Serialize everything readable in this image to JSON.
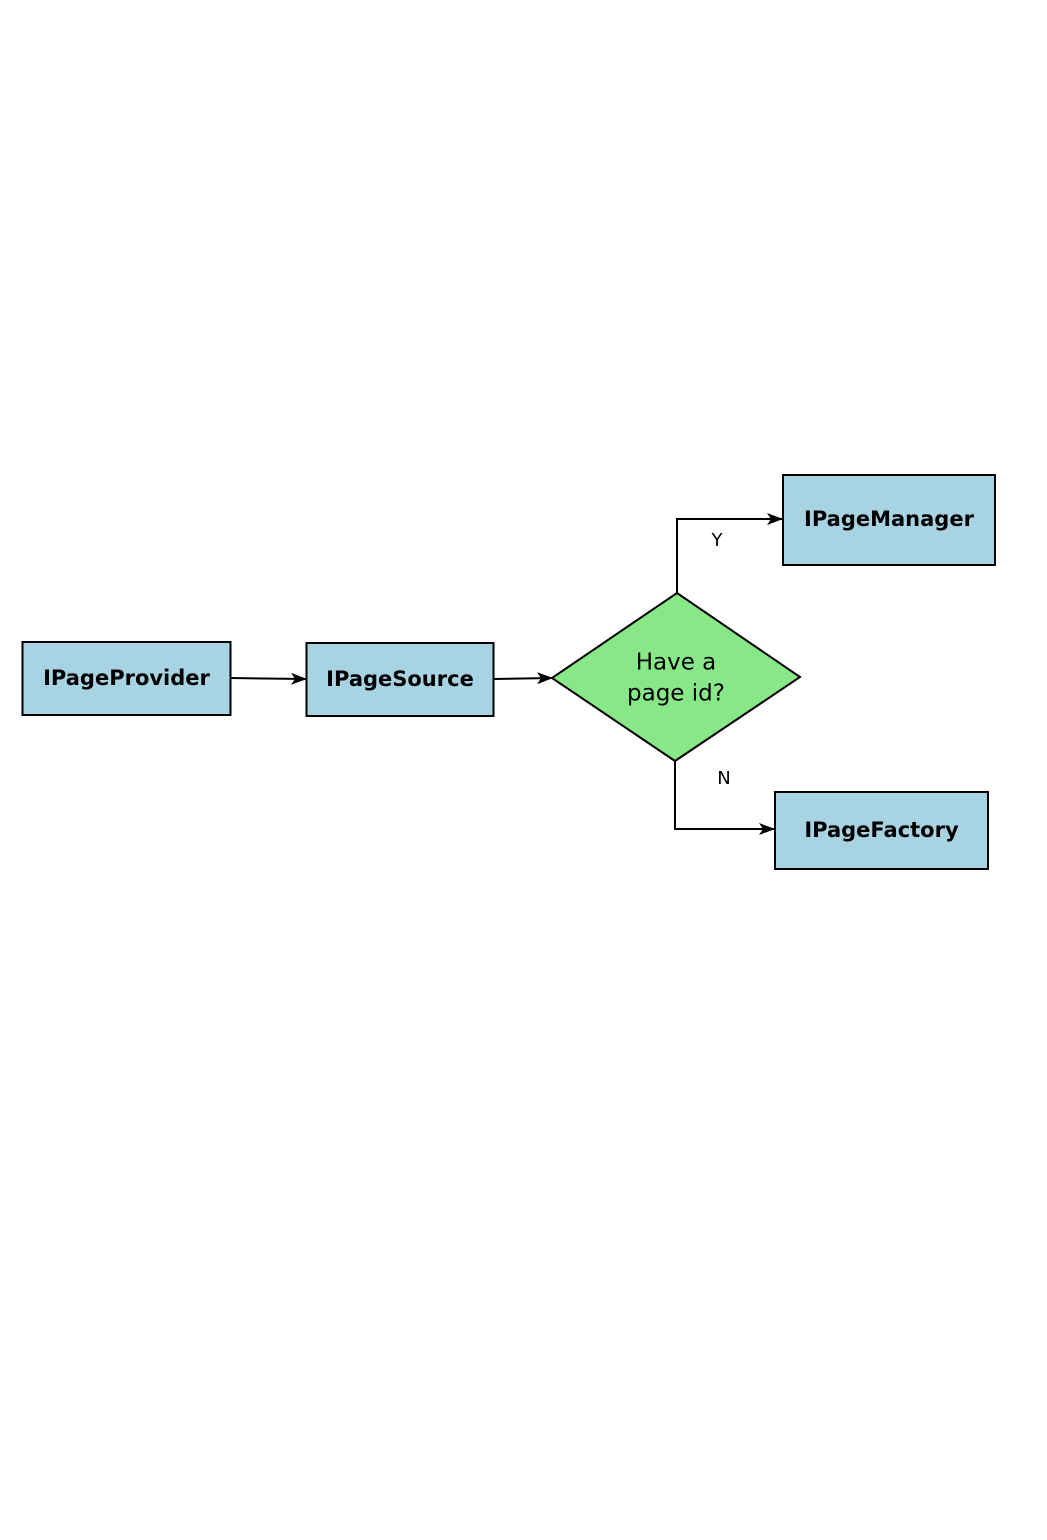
{
  "diagram": {
    "colors": {
      "box_fill": "#a8d3e3",
      "decision_fill": "#88e888",
      "stroke": "#000000"
    },
    "nodes": {
      "page_provider": {
        "label": "IPageProvider"
      },
      "page_source": {
        "label": "IPageSource"
      },
      "decision": {
        "line1": "Have a",
        "line2": "page id?"
      },
      "page_manager": {
        "label": "IPageManager"
      },
      "page_factory": {
        "label": "IPageFactory"
      }
    },
    "edges": {
      "yes_label": "Y",
      "no_label": "N"
    }
  }
}
